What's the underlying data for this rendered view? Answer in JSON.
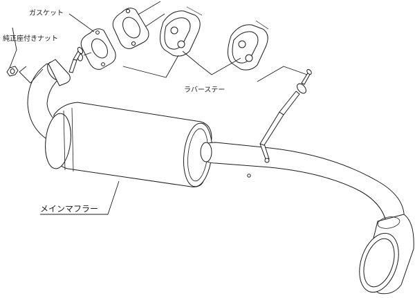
{
  "labels": {
    "gasket": "ガスケット",
    "nut": "純正座付きナット",
    "rubber_stay": "ラバーステー",
    "main_muffler": "メインマフラー"
  }
}
